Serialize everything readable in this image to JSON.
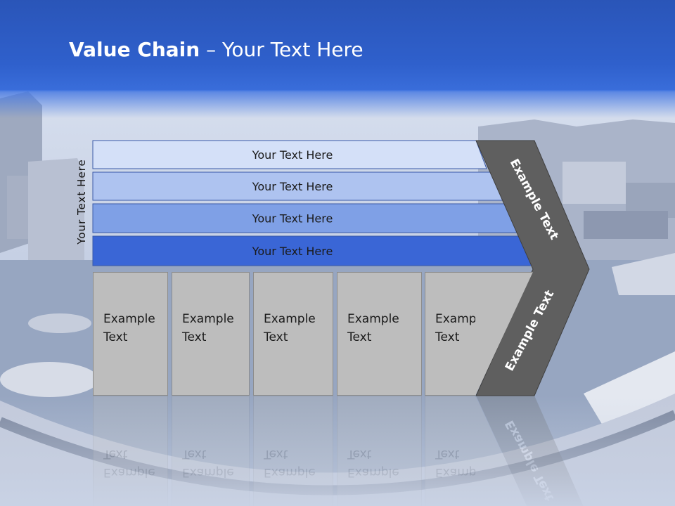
{
  "slide": {
    "title_bold": "Value Chain",
    "title_rest": " – Your Text Here",
    "vertical_label": "Your Text Here"
  },
  "bars": [
    {
      "label": "Your Text Here",
      "color": "#d4e0f8"
    },
    {
      "label": "Your Text Here",
      "color": "#aec3f0"
    },
    {
      "label": "Your Text Here",
      "color": "#7fa0e6"
    },
    {
      "label": "Your Text Here",
      "color": "#3a66d6"
    }
  ],
  "boxes": [
    {
      "line1": "Example",
      "line2": "Text"
    },
    {
      "line1": "Example",
      "line2": "Text"
    },
    {
      "line1": "Example",
      "line2": "Text"
    },
    {
      "line1": "Example",
      "line2": "Text"
    },
    {
      "line1": "Example",
      "line2": "Text"
    }
  ],
  "chevron": {
    "upper_label": "Example Text",
    "lower_label": "Example Text",
    "color": "#5f5f5f"
  },
  "colors": {
    "header": "#2f60cc",
    "box_fill": "#bdbdbd"
  }
}
